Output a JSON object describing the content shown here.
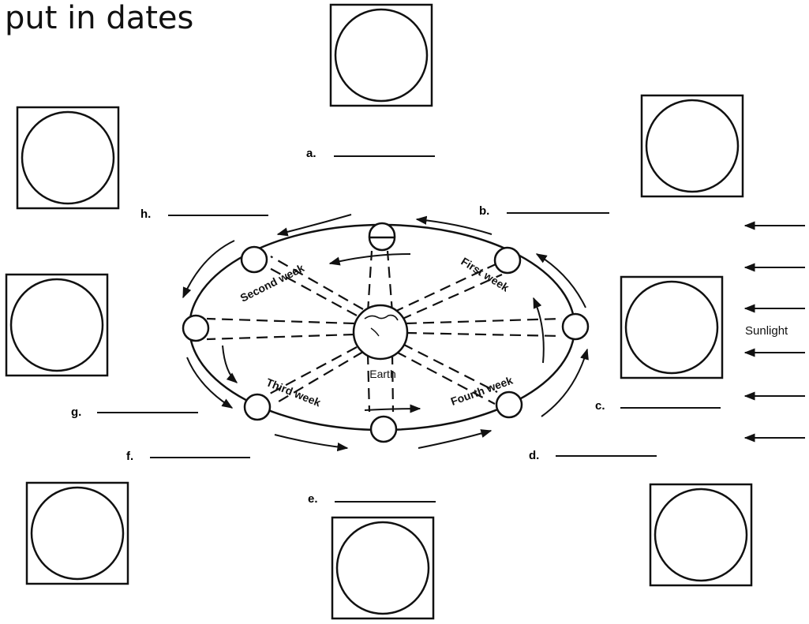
{
  "header": {
    "title": "put in dates"
  },
  "answer_labels": {
    "a": "a.",
    "b": "b.",
    "c": "c.",
    "d": "d.",
    "e": "e.",
    "f": "f.",
    "g": "g.",
    "h": "h."
  },
  "orbit": {
    "center_label": "Earth",
    "weeks": {
      "first": "First week",
      "second": "Second week",
      "third": "Third week",
      "fourth": "Fourth week"
    }
  },
  "sunlight": {
    "label": "Sunlight"
  }
}
